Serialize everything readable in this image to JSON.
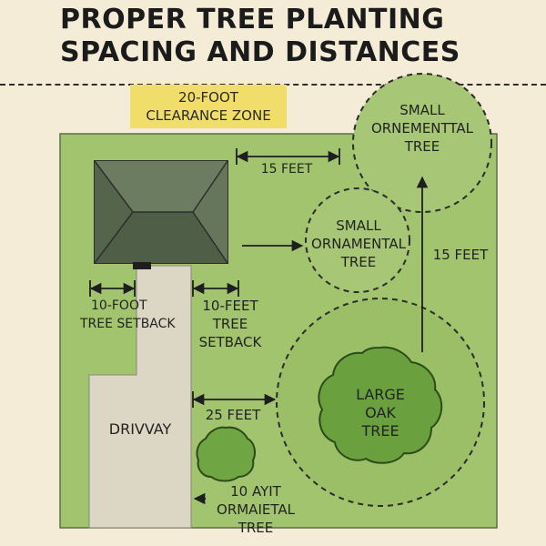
{
  "title": {
    "line1": "PROPER TREE PLANTING",
    "line2": "SPACING AND DISTANCES"
  },
  "clearance_zone": {
    "line1": "20-FOOT",
    "line2": "CLEARANCE ZONE"
  },
  "labels": {
    "top_distance": "15 FEET",
    "right_distance": "15 FEET",
    "lower_distance": "25 FEET",
    "left_setback": {
      "line1": "10-FOOT",
      "line2": "TREE SETBACK"
    },
    "mid_setback": {
      "line1": "10-FEET",
      "line2": "TREE",
      "line3": "SETBACK"
    },
    "driveway": "DRIVVAY",
    "small_tree_top": {
      "line1": "SMALL",
      "line2": "ORNEMENTTAL",
      "line3": "TREE"
    },
    "small_tree_mid": {
      "line1": "SMALL",
      "line2": "ORNAMENTAL",
      "line3": "TREE"
    },
    "large_oak": {
      "line1": "LARGE",
      "line2": "OAK",
      "line3": "TREE"
    },
    "small_bottom": {
      "line1": "10 AYIT",
      "line2": "ORMAIETAL",
      "line3": "TREE"
    }
  },
  "colors": {
    "background": "#f5ecd8",
    "lawn": "#a3c46f",
    "canopy": "#9bbf67",
    "oak": "#6aa13e",
    "house_roof": "#5e6f55",
    "driveway": "#dcd6c5",
    "zone_highlight": "#f1dd6a"
  }
}
